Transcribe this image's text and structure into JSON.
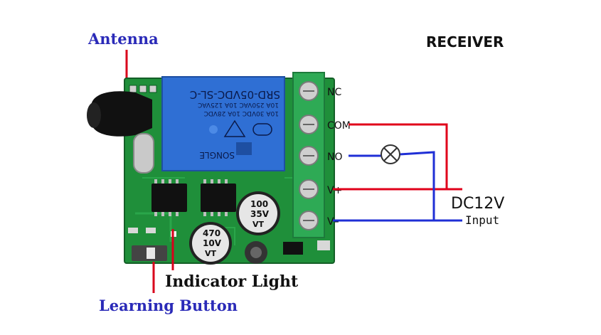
{
  "title": "RECEIVER",
  "labels": {
    "antenna": "Antenna",
    "indicator": "Indicator Light",
    "learning": "Learning Button",
    "dc": "DC12V",
    "input": "Input"
  },
  "terminals": [
    "NC",
    "COM",
    "NO",
    "V+",
    "V–"
  ],
  "relay": {
    "model": "SRD-05VDC-SL-C",
    "rating1": "10A 250VAC  10A 125VAC",
    "rating2": "10A 30VDC  10A 28VDC",
    "brand": "SONGLE"
  },
  "capacitors": {
    "large": [
      "100",
      "35V",
      "VT"
    ],
    "small": [
      "470",
      "10V",
      "VT"
    ]
  },
  "colors": {
    "label_blue": "#2a2ab8",
    "label_red": "#d9001b",
    "wire_red": "#e0001a",
    "wire_blue": "#1f2fd6",
    "pcb_green": "#1f8f3a",
    "relay_blue": "#2f6fd4",
    "terminal_green": "#2eaa55"
  }
}
